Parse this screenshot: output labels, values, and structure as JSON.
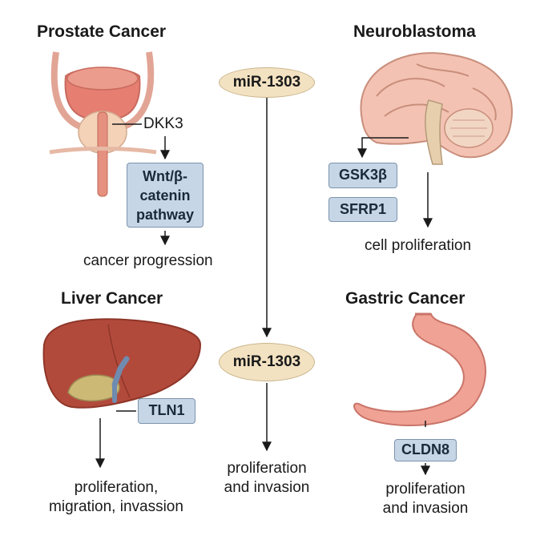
{
  "prostate": {
    "title": "Prostate Cancer",
    "gene": "DKK3",
    "pathway_line1": "Wnt/β-",
    "pathway_line2": "catenin",
    "pathway_line3": "pathway",
    "outcome": "cancer progression"
  },
  "neuroblastoma": {
    "title": "Neuroblastoma",
    "gene1": "GSK3β",
    "gene2": "SFRP1",
    "outcome": "cell proliferation"
  },
  "liver": {
    "title": "Liver Cancer",
    "gene": "TLN1",
    "outcome_line1": "proliferation,",
    "outcome_line2": "migration, invassion"
  },
  "gastric": {
    "title": "Gastric Cancer",
    "gene": "CLDN8",
    "outcome_line1": "proliferation",
    "outcome_line2": "and invasion"
  },
  "center": {
    "mirna_top": "miR-1303",
    "mirna_bottom": "miR-1303",
    "outcome_line1": "proliferation",
    "outcome_line2": "and invasion"
  },
  "colors": {
    "gene_box_fill": "#c6d6e6",
    "gene_box_border": "#7d93ad",
    "mirna_fill": "#f3e2c2",
    "mirna_border": "#c9b48a",
    "liver": "#b24a3c",
    "stomach": "#f0a294",
    "prostate": "#f0b8a8",
    "brain": "#f3c2b2"
  }
}
